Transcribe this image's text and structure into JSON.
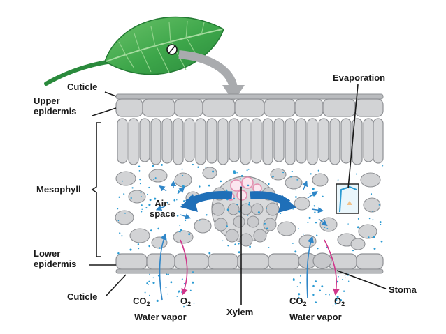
{
  "labels": {
    "cuticle_top": "Cuticle",
    "upper_epidermis": "Upper\nepidermis",
    "mesophyll": "Mesophyll",
    "lower_epidermis": "Lower\nepidermis",
    "cuticle_bottom": "Cuticle",
    "air_space": "Air-\nspace",
    "evaporation": "Evaporation",
    "stoma": "Stoma",
    "xylem": "Xylem",
    "co2_left": "CO",
    "o2_left": "O",
    "water_vapor_left": "Water vapor",
    "co2_right": "CO",
    "o2_right": "O",
    "water_vapor_right": "Water vapor",
    "subscript_two": "2"
  },
  "colors": {
    "leaf_green": "#3da64a",
    "cell_gray": "#d2d3d5",
    "cell_outline": "#8e9094",
    "water_blue": "#2b9bd3",
    "arrow_blue": "#1f6fb8",
    "o2_magenta": "#d0358a",
    "co2_blue": "#2f86c8",
    "xylem_pink": "#e58fb0",
    "grey_arrow": "#a9abae"
  }
}
